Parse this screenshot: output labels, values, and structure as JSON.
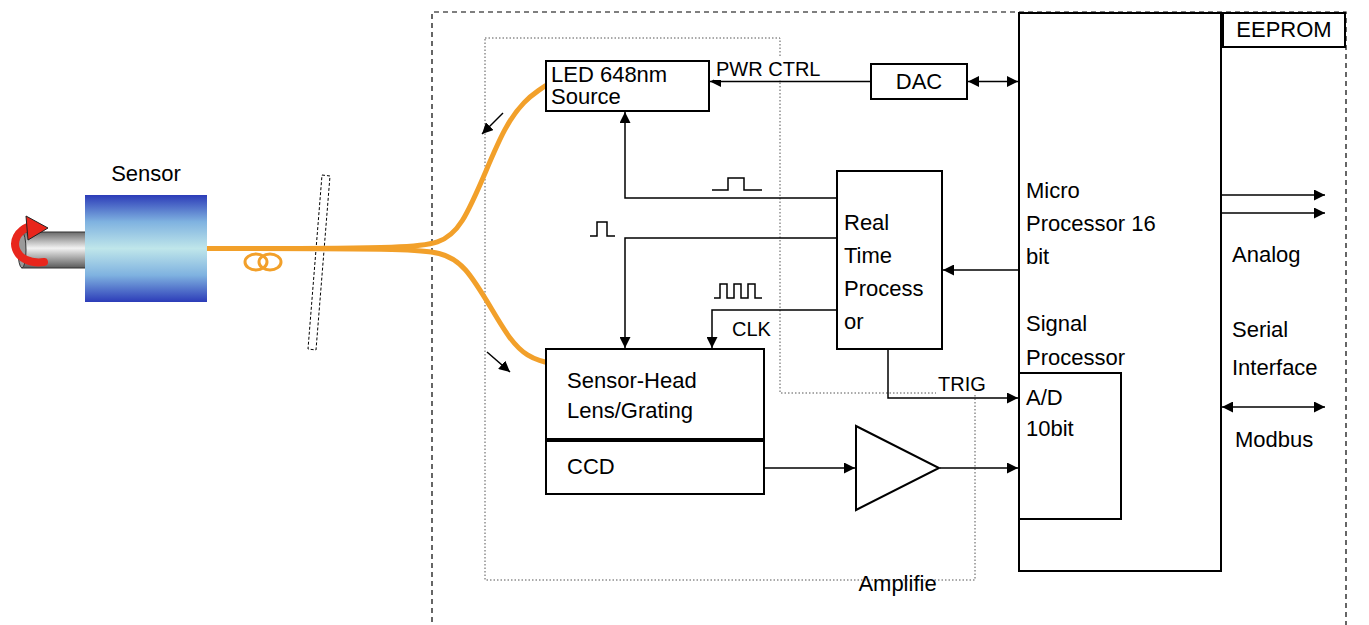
{
  "diagram": {
    "nodes": [
      {
        "text": [
          "Sensor"
        ]
      },
      {
        "text": [
          "LED 648nm Source"
        ]
      },
      {
        "text": [
          "DAC"
        ]
      },
      {
        "text": [
          "Micro Processor 16 bit",
          "Signal Processor"
        ]
      },
      {
        "text": [
          "EEPROM"
        ]
      },
      {
        "text": [
          "A/D 10bit"
        ],
        "in": 3
      },
      {
        "text": [
          "Real Time Processor"
        ]
      },
      {
        "text": [
          "Sensor-Head Lens/Grating"
        ]
      },
      {
        "text": [
          "CCD"
        ]
      },
      {
        "text": [
          "Amplifie"
        ]
      }
    ],
    "edges": [
      {
        "from": 0,
        "to": 1,
        "arrow": "none"
      },
      {
        "from": 0,
        "to": 7,
        "arrow": "none"
      },
      {
        "from": 2,
        "to": 1,
        "label": "PWR CTRL",
        "arrow": "to"
      },
      {
        "from": 2,
        "to": 3,
        "arrow": "both"
      },
      {
        "from": 6,
        "to": 1,
        "arrow": "to"
      },
      {
        "from": 6,
        "to": 7,
        "arrow": "to"
      },
      {
        "from": 6,
        "to": 7,
        "label": "CLK",
        "arrow": "to"
      },
      {
        "from": 3,
        "to": 6,
        "arrow": "to"
      },
      {
        "from": 6,
        "to": 5,
        "label": "TRIG",
        "arrow": "to"
      },
      {
        "from": 8,
        "to": 9,
        "arrow": "to"
      },
      {
        "from": 9,
        "to": 5,
        "arrow": "to"
      }
    ],
    "labels": [
      "Analog",
      "Serial Interface",
      "Modbus"
    ]
  }
}
